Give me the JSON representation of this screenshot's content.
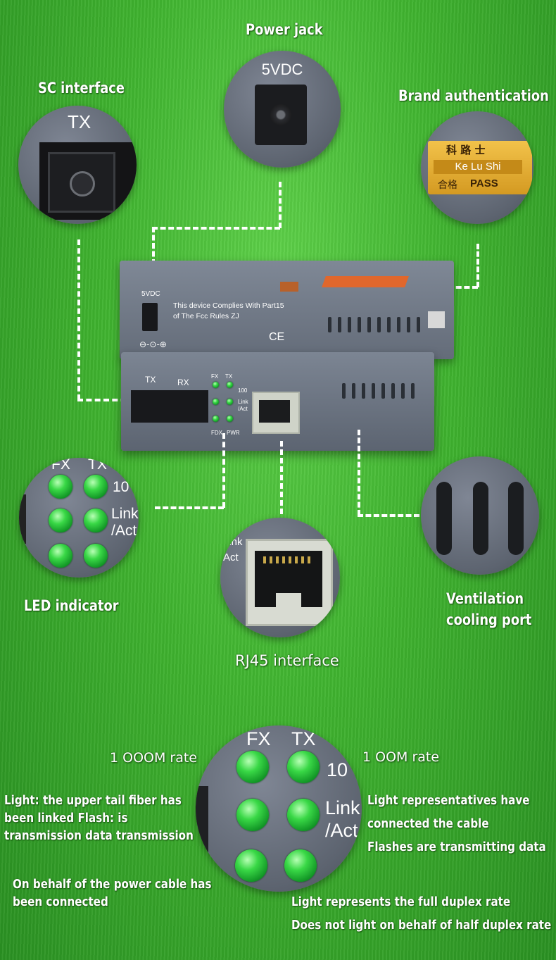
{
  "labels": {
    "power_jack": "Power jack",
    "sc_interface": "SC interface",
    "brand_auth": "Brand authentication",
    "led_indicator": "LED indicator",
    "ventilation_line1": "Ventilation",
    "ventilation_line2": "cooling port",
    "rj45": "RJ45 interface",
    "rate_1000": "1 OOOM rate",
    "rate_100": "1 OOM rate",
    "fx_desc_1": "Light: the upper tail fiber has",
    "fx_desc_2": "been linked Flash: is",
    "fx_desc_3": "transmission data transmission",
    "link_desc_1": "Light representatives have",
    "link_desc_2": "connected the cable",
    "link_desc_3": "Flashes are transmitting data",
    "pwr_desc_1": "On behalf of the power cable has",
    "pwr_desc_2": "been connected",
    "fdx_desc_1": "Light represents the full duplex rate",
    "fdx_desc_2": "Does not light on behalf of half duplex rate"
  },
  "zooms": {
    "power_voltage": "5VDC",
    "sc_tx": "TX",
    "brand_cn": "科 路 士",
    "brand_en": "Ke Lu Shi",
    "brand_pass_cn": "合格",
    "brand_pass": "PASS",
    "led_fx": "FX",
    "led_tx": "TX",
    "led_10": "10",
    "led_link": "Link",
    "led_act": "/Act",
    "rj_link": "Link",
    "rj_act": "Act"
  },
  "device": {
    "top_voltage": "5VDC",
    "fcc_line1": "This device Complies With Part15",
    "fcc_line2": "of The Fcc Rules ZJ",
    "ce": "CE",
    "tx": "TX",
    "rx": "RX",
    "fx": "FX",
    "tx_led": "TX",
    "hundred": "100",
    "link": "Link",
    "act": "/Act",
    "fdx": "FDX",
    "pwr": "PWR"
  },
  "colors": {
    "grass": "#3fb32f",
    "panel": "#6b7380",
    "led": "#39d846",
    "brand_label": "#e0a52a"
  }
}
